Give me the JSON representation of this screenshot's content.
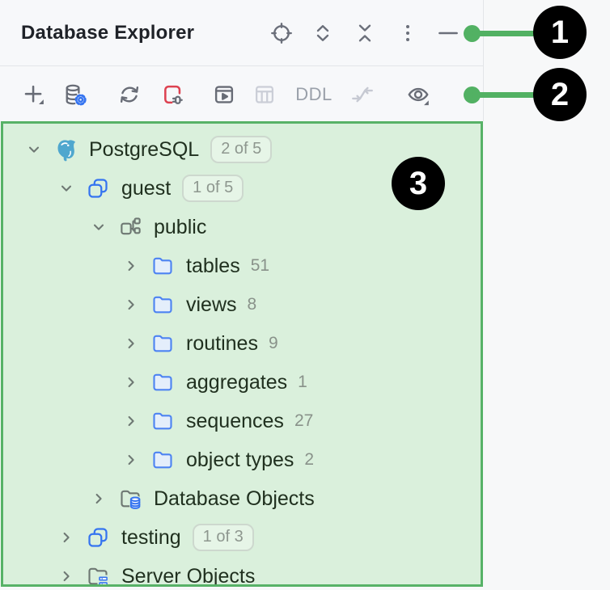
{
  "panel": {
    "title": "Database Explorer"
  },
  "header": {
    "icons": [
      "locate-icon",
      "expand-all-icon",
      "collapse-all-icon",
      "more-options-icon",
      "hide-icon"
    ]
  },
  "toolbar": {
    "ddl_label": "DDL",
    "icons": [
      "new-item-icon",
      "data-source-properties-icon",
      "refresh-icon",
      "disconnect-icon",
      "jump-to-query-console-icon",
      "open-table-icon",
      "ddl-button",
      "jump-to-editor-icon",
      "view-options-icon"
    ]
  },
  "tree": {
    "rows": [
      {
        "level": 0,
        "expanded": true,
        "icon": "postgresql",
        "label": "PostgreSQL",
        "badge": "2 of 5"
      },
      {
        "level": 1,
        "expanded": true,
        "icon": "database",
        "label": "guest",
        "badge": "1 of 5"
      },
      {
        "level": 2,
        "expanded": true,
        "icon": "schema",
        "label": "public"
      },
      {
        "level": 3,
        "expanded": false,
        "icon": "folder",
        "label": "tables",
        "count": "51"
      },
      {
        "level": 3,
        "expanded": false,
        "icon": "folder",
        "label": "views",
        "count": "8"
      },
      {
        "level": 3,
        "expanded": false,
        "icon": "folder",
        "label": "routines",
        "count": "9"
      },
      {
        "level": 3,
        "expanded": false,
        "icon": "folder",
        "label": "aggregates",
        "count": "1"
      },
      {
        "level": 3,
        "expanded": false,
        "icon": "folder",
        "label": "sequences",
        "count": "27"
      },
      {
        "level": 3,
        "expanded": false,
        "icon": "folder",
        "label": "object types",
        "count": "2"
      },
      {
        "level": 2,
        "expanded": false,
        "icon": "folder-database",
        "label": "Database Objects"
      },
      {
        "level": 1,
        "expanded": false,
        "icon": "database",
        "label": "testing",
        "badge": "1 of 3"
      },
      {
        "level": 1,
        "expanded": false,
        "icon": "folder-server",
        "label": "Server Objects"
      }
    ]
  },
  "callouts": [
    {
      "number": "1"
    },
    {
      "number": "2"
    },
    {
      "number": "3"
    }
  ],
  "colors": {
    "accent_green": "#52b163",
    "tree_background": "#daf0dc",
    "tree_border": "#57b267",
    "icon_blue": "#3574f0",
    "icon_red": "#dd4251",
    "postgres_blue": "#4fa7ce",
    "callout_background": "#000000"
  }
}
